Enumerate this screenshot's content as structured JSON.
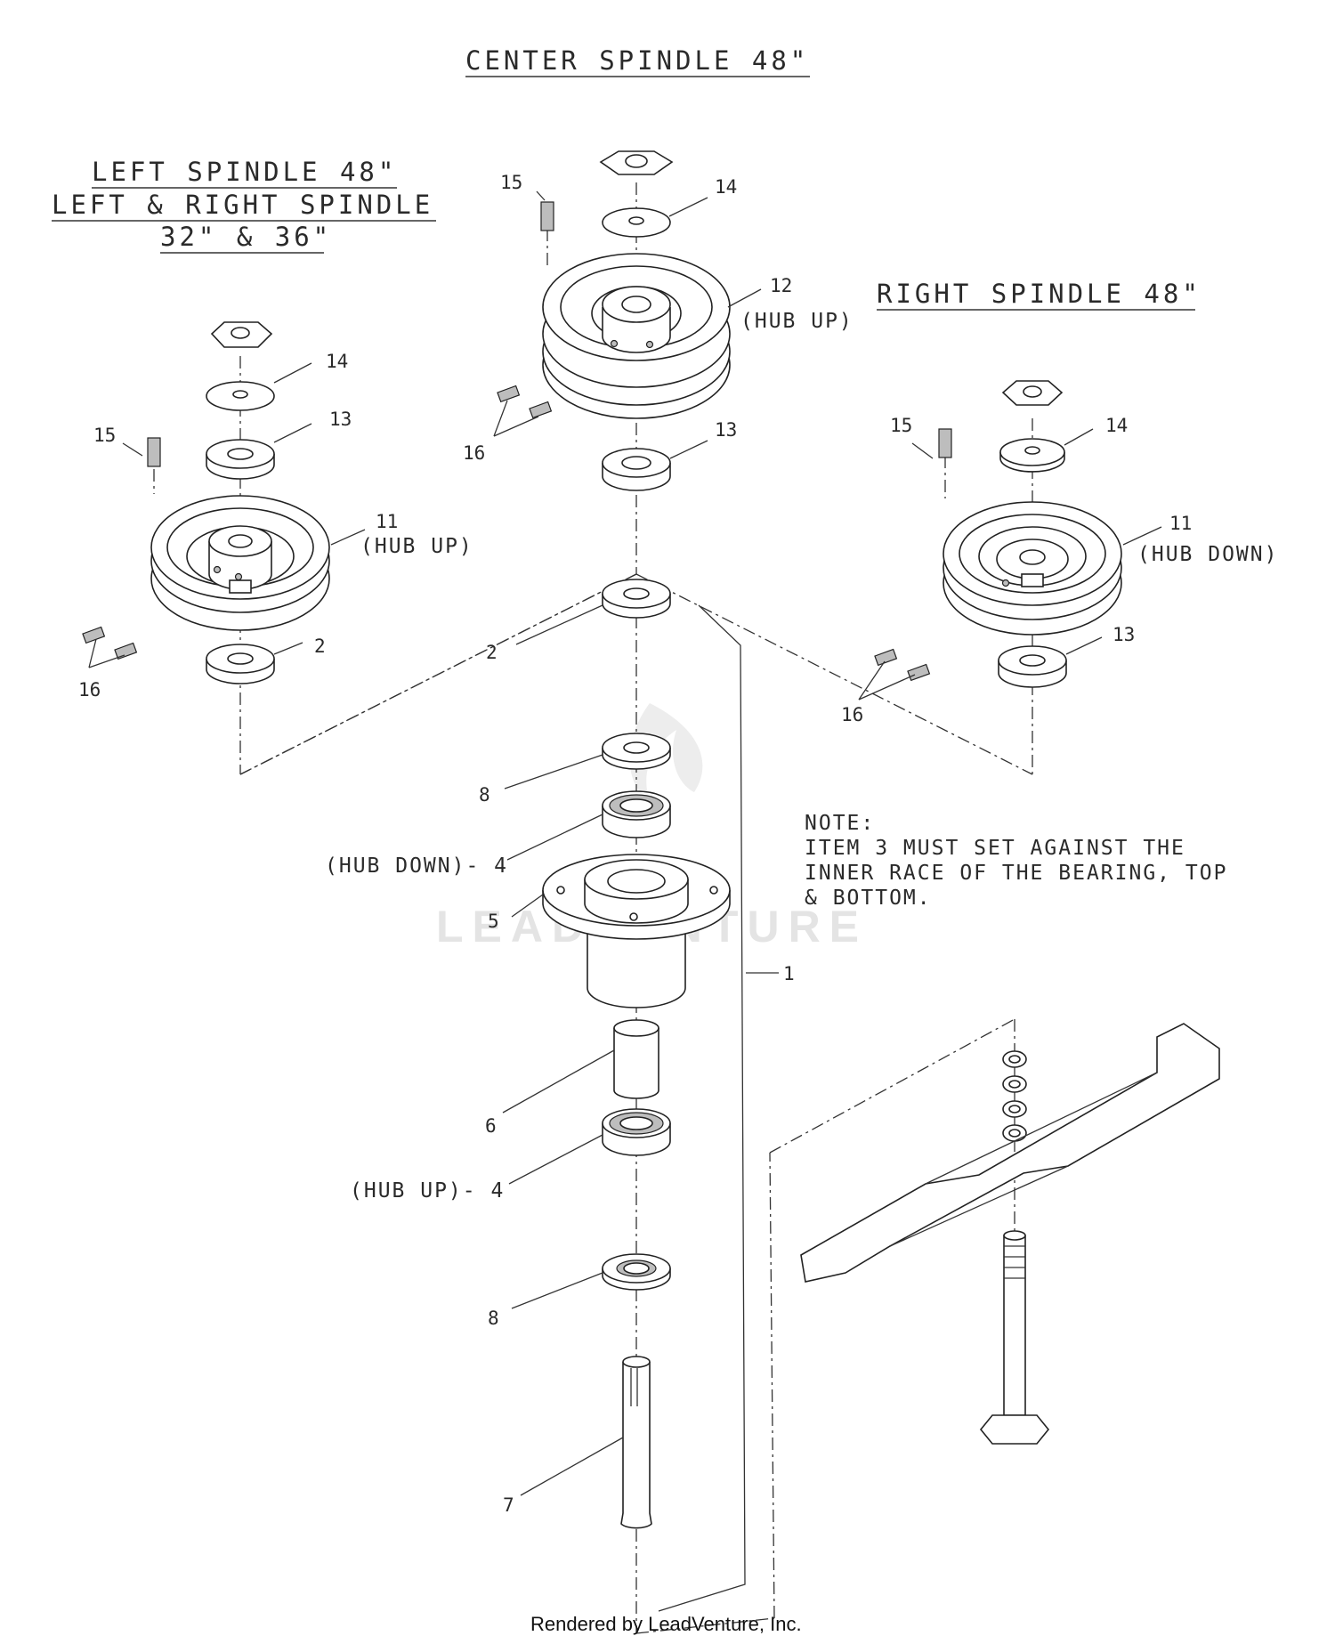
{
  "titles": {
    "center": "CENTER SPINDLE 48\"",
    "left_line1": "LEFT SPINDLE 48\"",
    "left_line2": "LEFT & RIGHT SPINDLE",
    "left_line3": "32\" & 36\"",
    "right": "RIGHT SPINDLE 48\""
  },
  "note": {
    "line1": "NOTE:",
    "line2": "ITEM 3 MUST SET AGAINST THE",
    "line3": "INNER RACE OF THE BEARING, TOP",
    "line4": "& BOTTOM."
  },
  "callouts": {
    "c15": "15",
    "c14": "14",
    "c12": "12",
    "c12_note": "(HUB UP)",
    "c16": "16",
    "c13": "13",
    "l14": "14",
    "l13": "13",
    "l15": "15",
    "l11": "11",
    "l11_note": "(HUB UP)",
    "l16": "16",
    "l2": "2",
    "r15": "15",
    "r14": "14",
    "r11": "11",
    "r11_note": "(HUB DOWN)",
    "r13": "13",
    "r16": "16",
    "m2": "2",
    "m8a": "8",
    "m4a": "(HUB DOWN)- 4",
    "m5": "5",
    "m1": "1",
    "m6": "6",
    "m4b": "(HUB UP)- 4",
    "m8b": "8",
    "m7": "7"
  },
  "watermark": "LEADVENTURE",
  "footer": "Rendered by LeadVenture, Inc."
}
